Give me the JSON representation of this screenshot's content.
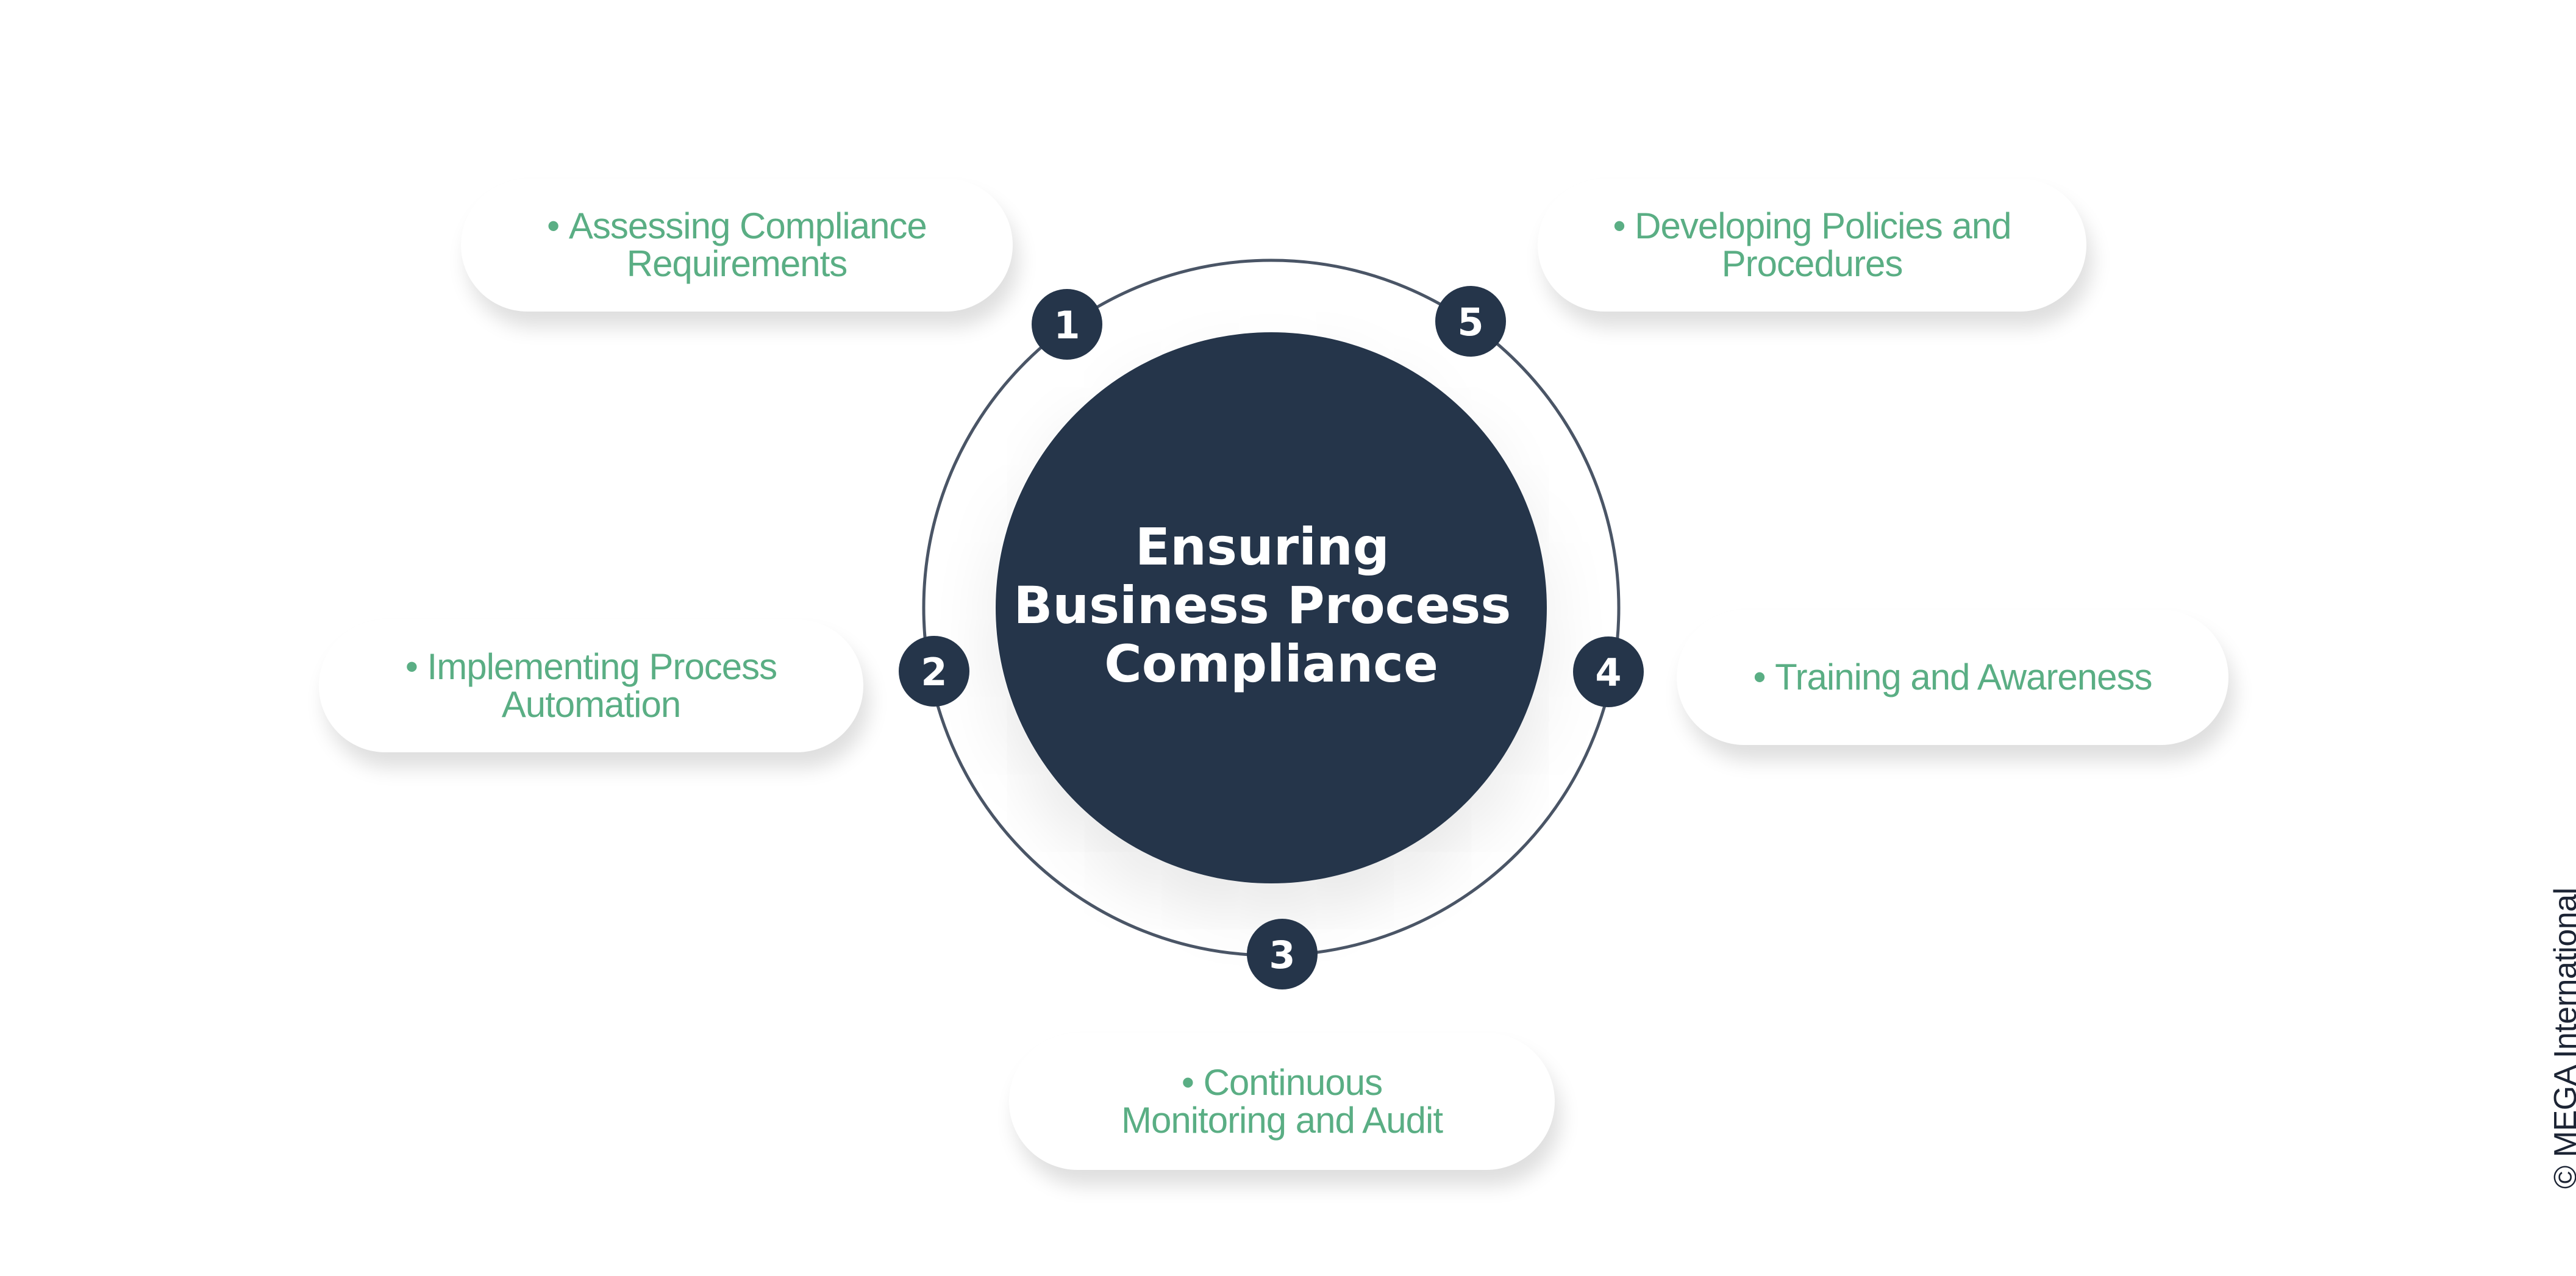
{
  "diagram": {
    "center_title_lines": [
      "Ensuring",
      "Business Process",
      "Compliance"
    ],
    "steps": [
      {
        "number": "1",
        "label": "Assessing Compliance Requirements"
      },
      {
        "number": "2",
        "label": "Implementing Process Automation"
      },
      {
        "number": "3",
        "label": "Continuous\nMonitoring and Audit"
      },
      {
        "number": "4",
        "label": "Training and Awareness"
      },
      {
        "number": "5",
        "label": "Developing Policies and Procedures"
      }
    ]
  },
  "footer": {
    "copyright": "© MEGA International"
  },
  "colors": {
    "navy": "#25354a",
    "ring": "#4a5566",
    "label_green": "#5aae84",
    "background": "#ffffff"
  }
}
